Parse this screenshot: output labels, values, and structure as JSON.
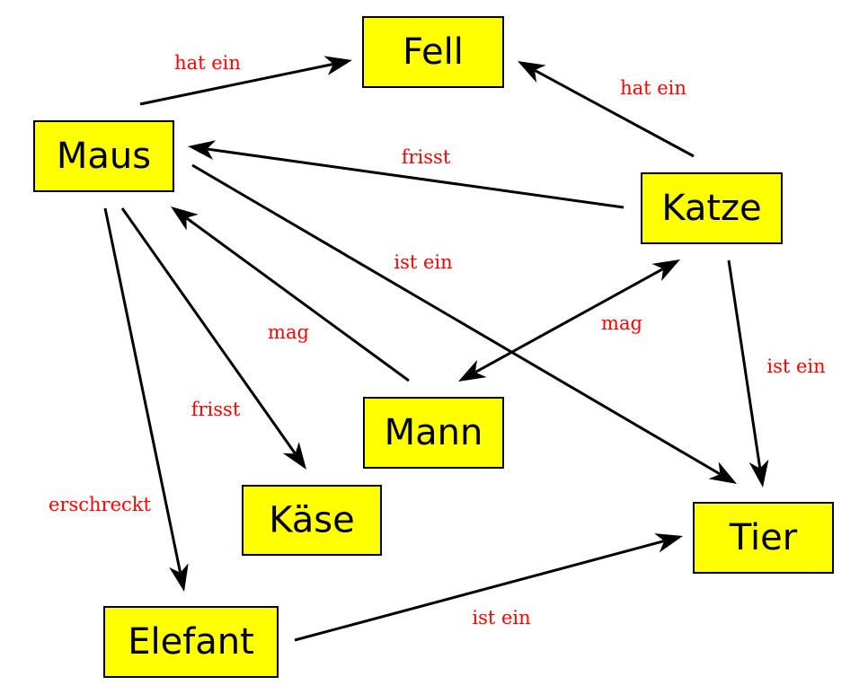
{
  "colors": {
    "node_fill": "#ffff00",
    "node_border": "#000000",
    "edge": "#000000",
    "edge_label": "#ff0000",
    "background": "#ffffff"
  },
  "nodes": [
    {
      "id": "fell",
      "label": "Fell"
    },
    {
      "id": "maus",
      "label": "Maus"
    },
    {
      "id": "katze",
      "label": "Katze"
    },
    {
      "id": "mann",
      "label": "Mann"
    },
    {
      "id": "kaese",
      "label": "Käse"
    },
    {
      "id": "tier",
      "label": "Tier"
    },
    {
      "id": "elefant",
      "label": "Elefant"
    }
  ],
  "edges": [
    {
      "id": "maus-fell",
      "from": "maus",
      "to": "fell",
      "label": "hat ein"
    },
    {
      "id": "katze-fell",
      "from": "katze",
      "to": "fell",
      "label": "hat ein"
    },
    {
      "id": "katze-maus",
      "from": "katze",
      "to": "maus",
      "label": "frisst"
    },
    {
      "id": "maus-tier",
      "from": "maus",
      "to": "tier",
      "label": "ist ein"
    },
    {
      "id": "mann-maus",
      "from": "mann",
      "to": "maus",
      "label": "mag"
    },
    {
      "id": "mann-katze",
      "from": "mann",
      "to": "katze",
      "label": "mag",
      "bidirectional": true
    },
    {
      "id": "katze-tier",
      "from": "katze",
      "to": "tier",
      "label": "ist ein"
    },
    {
      "id": "maus-kaese",
      "from": "maus",
      "to": "kaese",
      "label": "frisst"
    },
    {
      "id": "maus-elefant",
      "from": "maus",
      "to": "elefant",
      "label": "erschreckt"
    },
    {
      "id": "elefant-tier",
      "from": "elefant",
      "to": "tier",
      "label": "ist ein"
    }
  ]
}
